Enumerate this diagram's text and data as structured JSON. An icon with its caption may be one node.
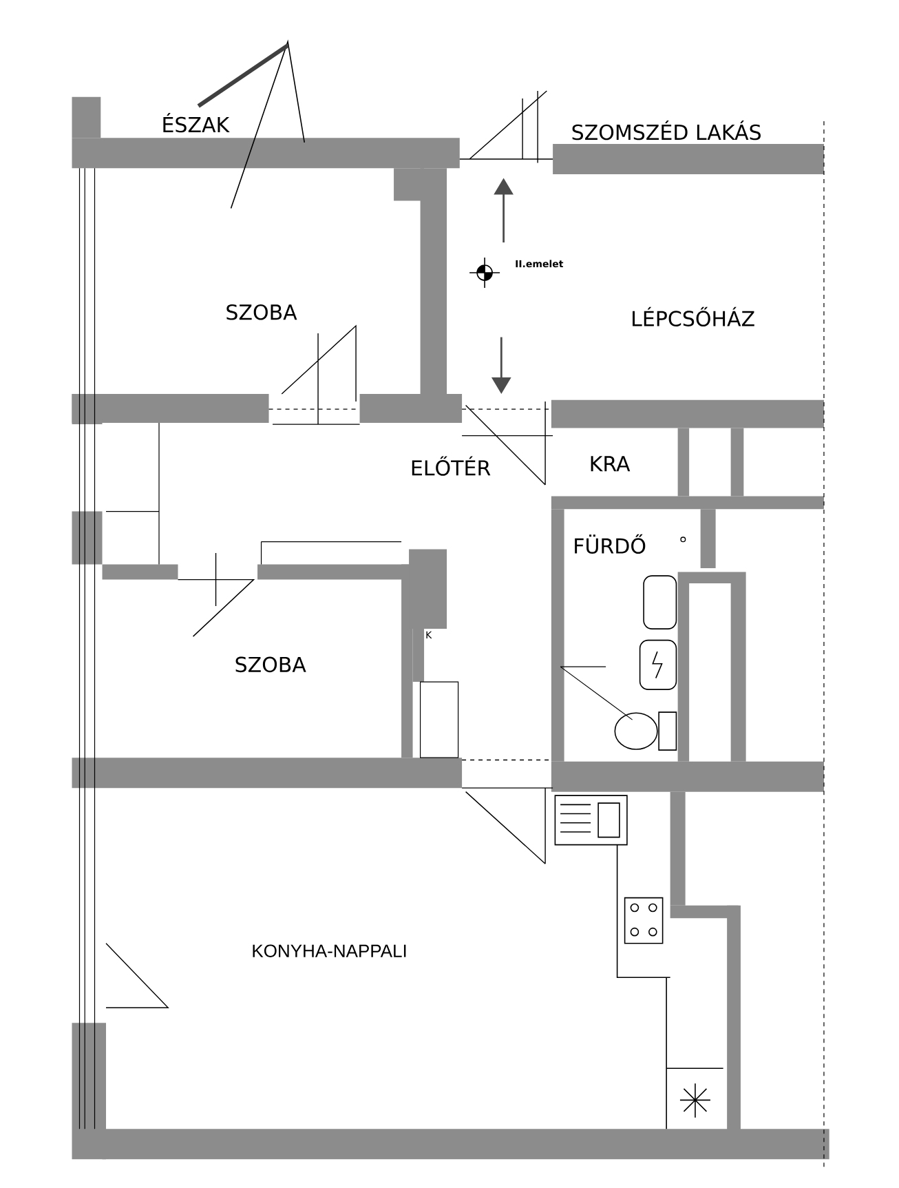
{
  "diagram": {
    "labels": [
      "ÉSZAK",
      "SZOMSZÉD LAKÁS",
      "II.emelet",
      "SZOBA",
      "LÉPCSŐHÁZ",
      "ELŐTÉR",
      "KRA",
      "FÜRDŐ",
      "K",
      "SZOBA",
      "KONYHA-NAPPALI"
    ]
  }
}
